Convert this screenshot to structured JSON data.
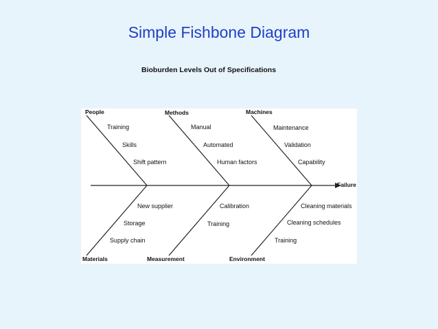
{
  "title": "Simple Fishbone Diagram",
  "subtitle": "Bioburden Levels Out of Specifications",
  "effect": "Failure",
  "categories": {
    "people": {
      "name": "People",
      "causes": [
        "Training",
        "Skills",
        "Shift pattern"
      ]
    },
    "methods": {
      "name": "Methods",
      "causes": [
        "Manual",
        "Automated",
        "Human factors"
      ]
    },
    "machines": {
      "name": "Machines",
      "causes": [
        "Maintenance",
        "Validation",
        "Capability"
      ]
    },
    "materials": {
      "name": "Materials",
      "causes": [
        "New supplier",
        "Storage",
        "Supply chain"
      ]
    },
    "measurement": {
      "name": "Measurement",
      "causes": [
        "Calibration",
        "Training"
      ]
    },
    "environment": {
      "name": "Environment",
      "causes": [
        "Cleaning materials",
        "Cleaning schedules",
        "Training"
      ]
    }
  }
}
